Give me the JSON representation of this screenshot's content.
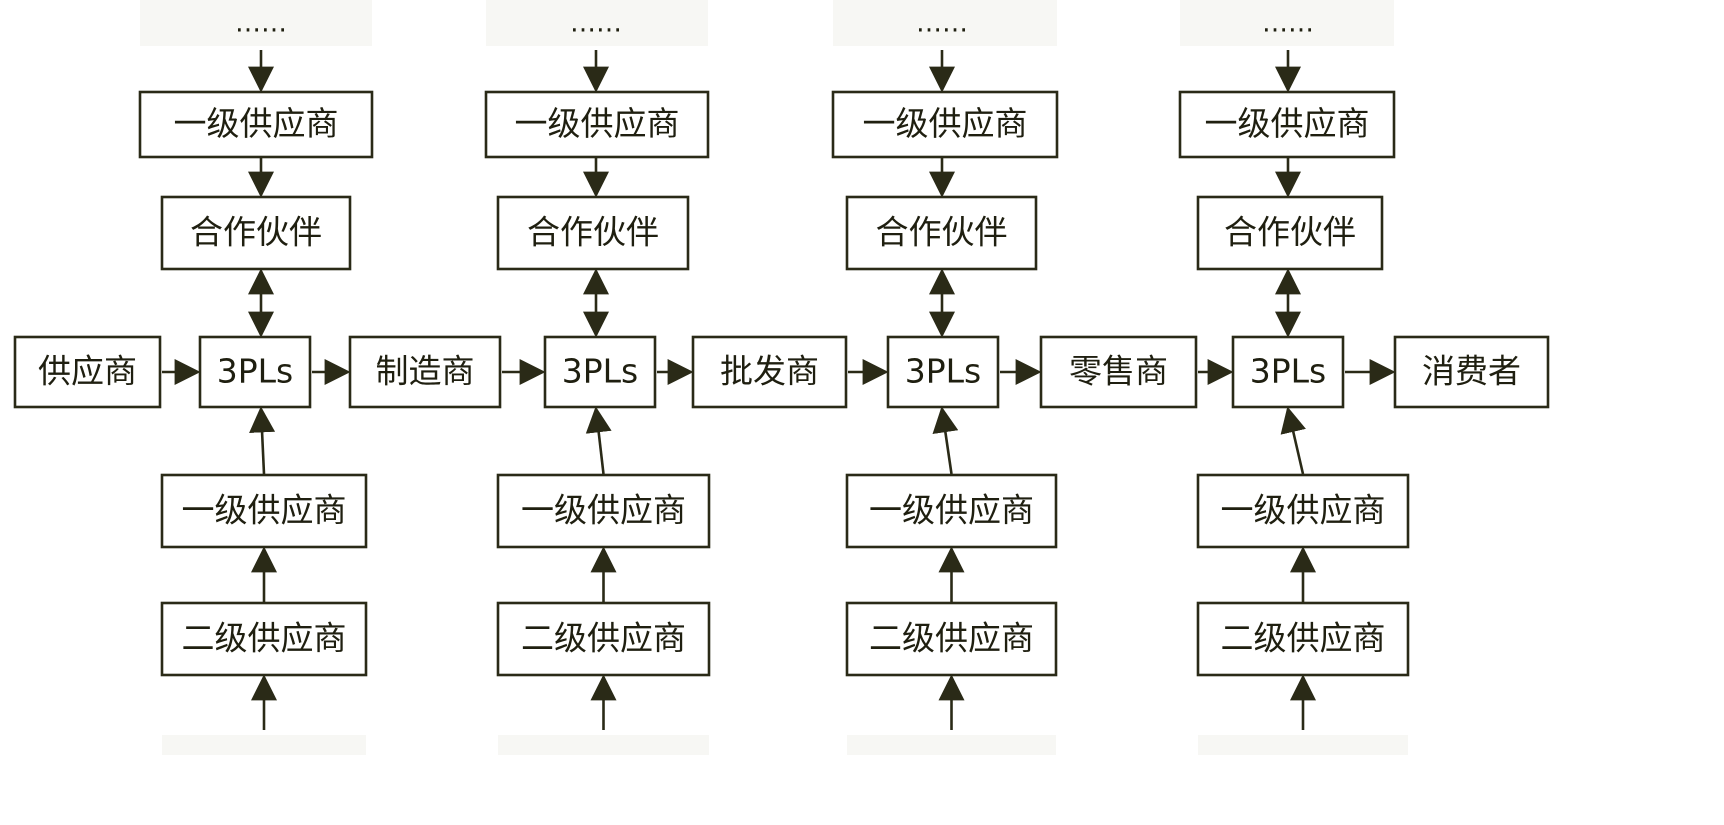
{
  "colors": {
    "stroke": "#2a2a17",
    "text": "#1f1f10",
    "background": "#ffffff"
  },
  "ellipsis": "……",
  "chain": [
    {
      "id": "supplier",
      "label": "供应商"
    },
    {
      "id": "tpl-1",
      "label": "3PLs"
    },
    {
      "id": "manufacturer",
      "label": "制造商"
    },
    {
      "id": "tpl-2",
      "label": "3PLs"
    },
    {
      "id": "wholesaler",
      "label": "批发商"
    },
    {
      "id": "tpl-3",
      "label": "3PLs"
    },
    {
      "id": "retailer",
      "label": "零售商"
    },
    {
      "id": "tpl-4",
      "label": "3PLs"
    },
    {
      "id": "consumer",
      "label": "消费者"
    }
  ],
  "columns": [
    {
      "top_supplier": "一级供应商",
      "partner": "合作伙伴",
      "bottom_tier1": "一级供应商",
      "bottom_tier2": "二级供应商"
    },
    {
      "top_supplier": "一级供应商",
      "partner": "合作伙伴",
      "bottom_tier1": "一级供应商",
      "bottom_tier2": "二级供应商"
    },
    {
      "top_supplier": "一级供应商",
      "partner": "合作伙伴",
      "bottom_tier1": "一级供应商",
      "bottom_tier2": "二级供应商"
    },
    {
      "top_supplier": "一级供应商",
      "partner": "合作伙伴",
      "bottom_tier1": "一级供应商",
      "bottom_tier2": "二级供应商"
    }
  ]
}
